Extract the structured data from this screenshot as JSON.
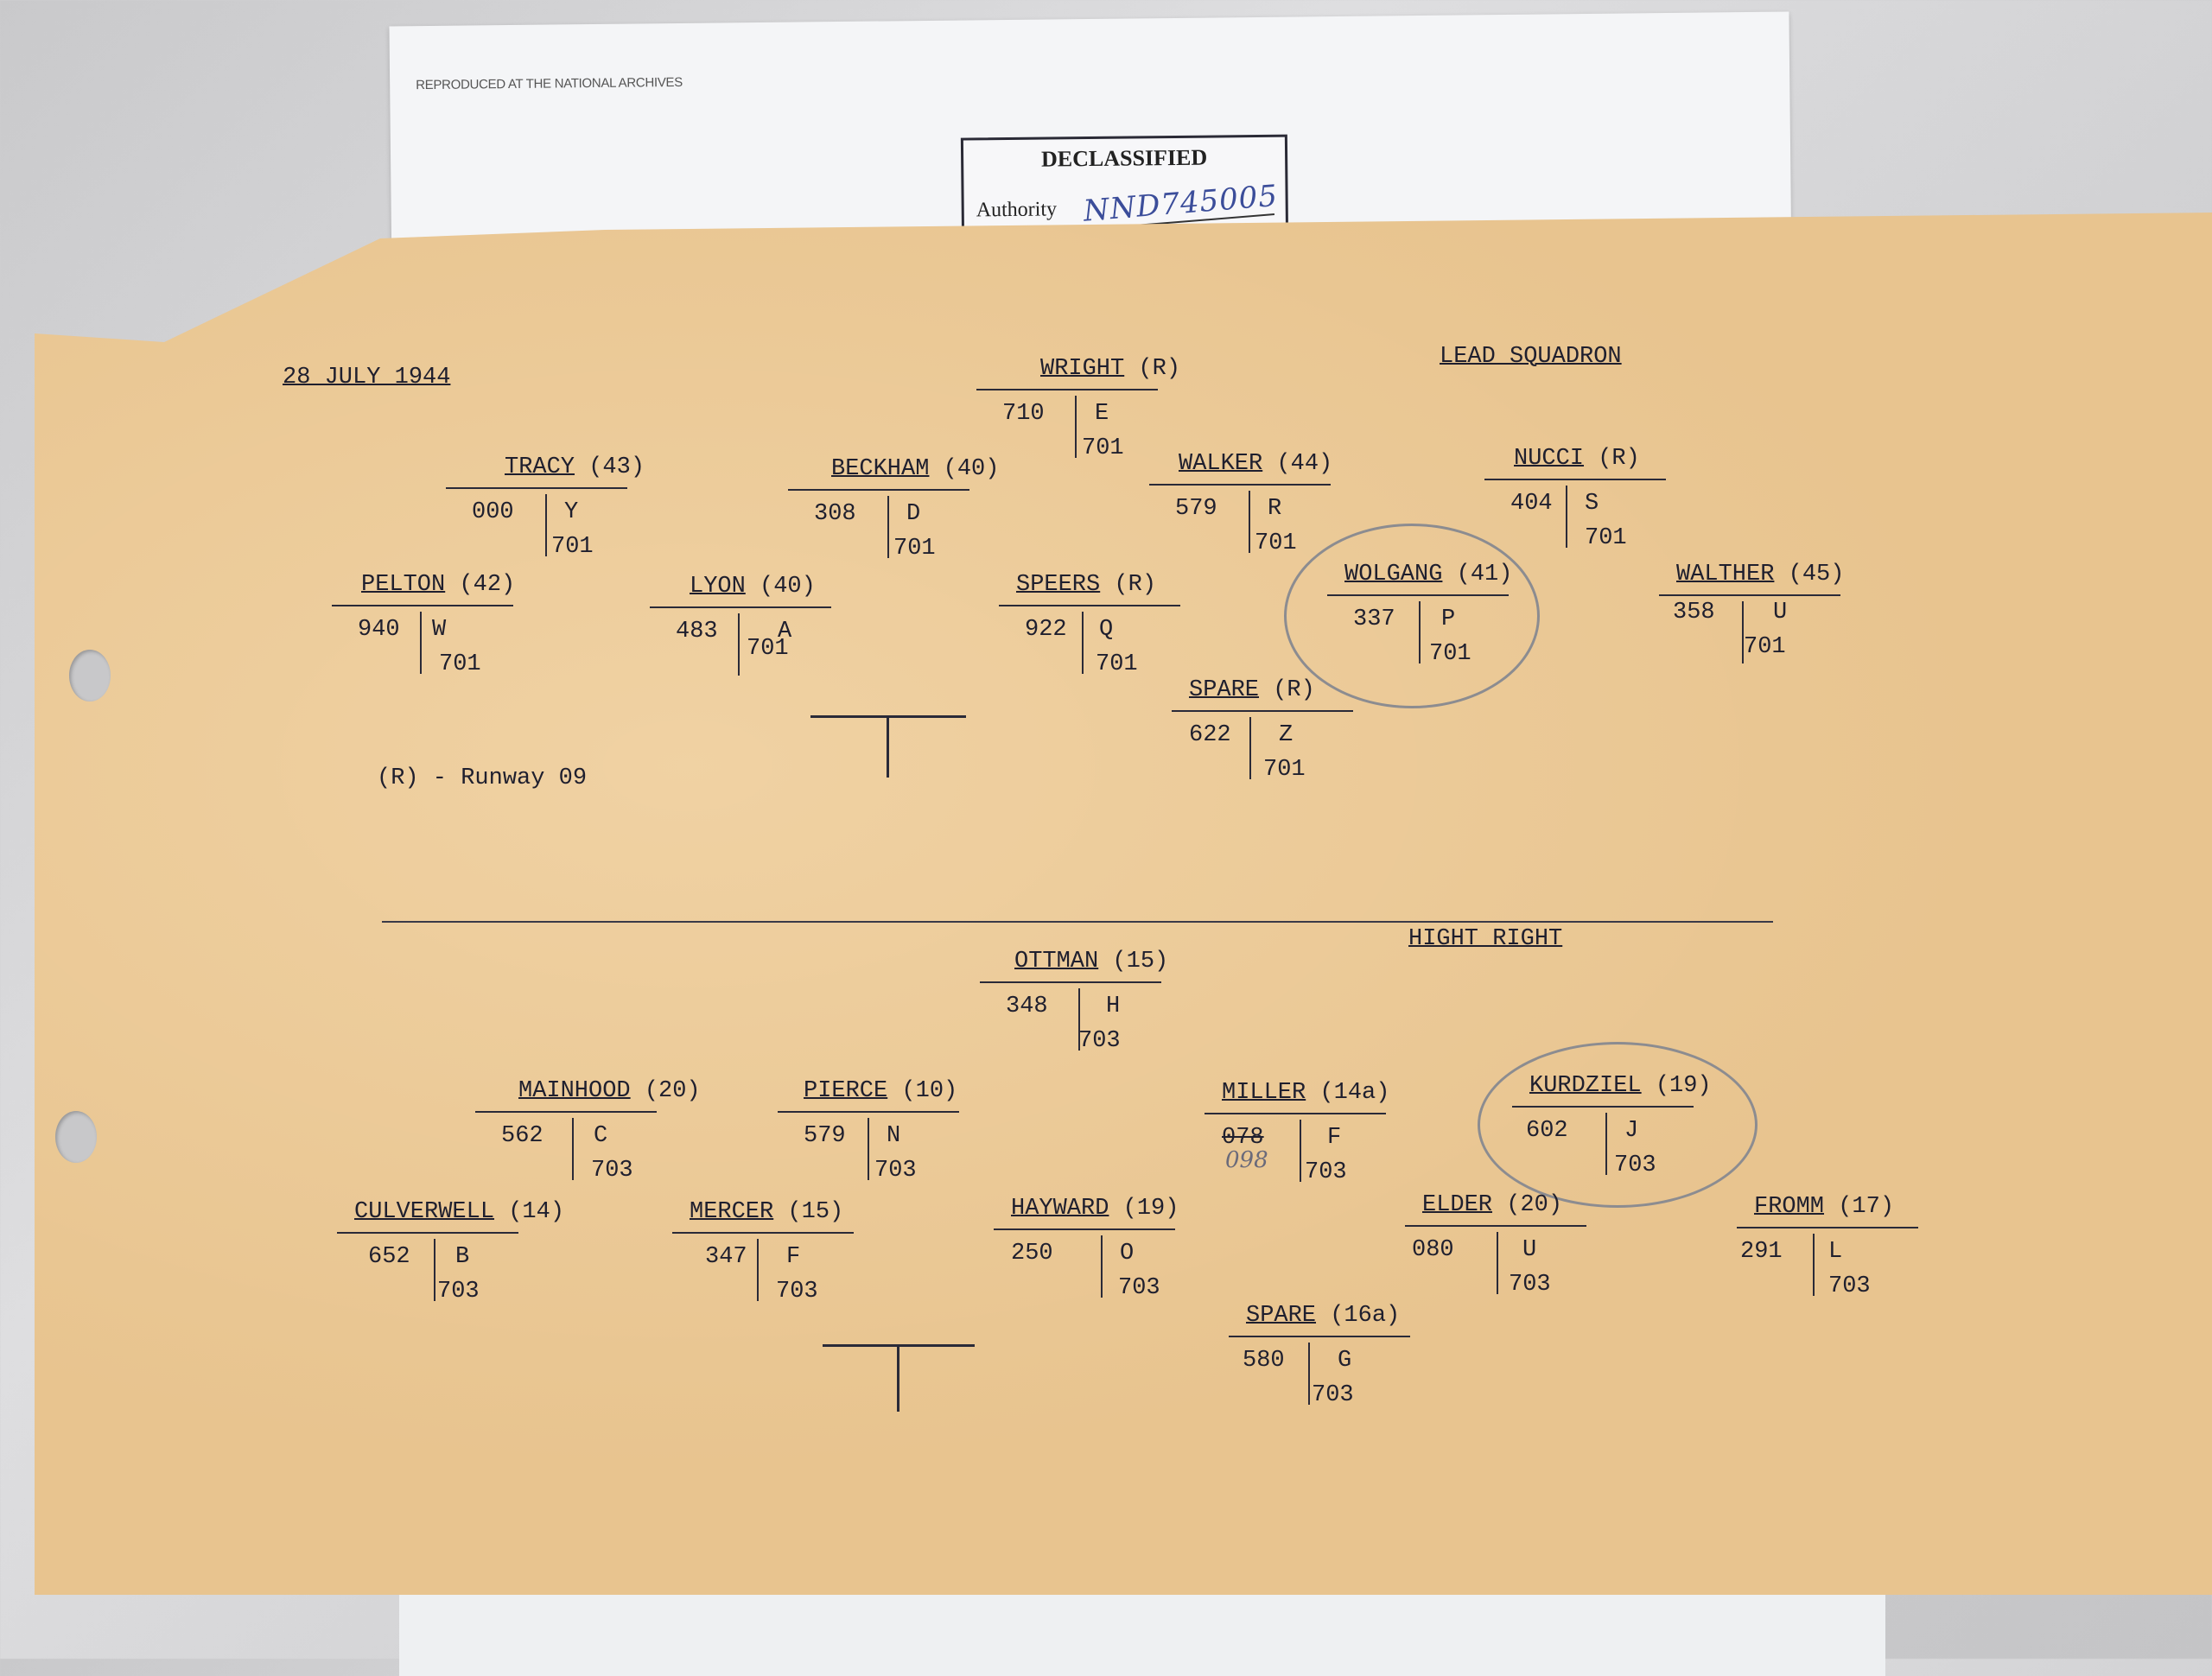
{
  "background_sheet": {
    "archives_note": "REPRODUCED AT THE NATIONAL ARCHIVES",
    "stamp_title": "DECLASSIFIED",
    "stamp_authority_label": "Authority",
    "stamp_authority_value": "NND745005"
  },
  "document": {
    "date": "28 JULY 1944",
    "legend": "(R) - Runway 09",
    "sections": [
      {
        "title": "LEAD SQUADRON"
      },
      {
        "title": "HIGHT RIGHT"
      }
    ],
    "aircraft": [
      {
        "name": "WRIGHT",
        "pos": "(R)",
        "serial": "710",
        "letter": "E",
        "group": "701"
      },
      {
        "name": "TRACY",
        "pos": "(43)",
        "serial": "000",
        "letter": "Y",
        "group": "701"
      },
      {
        "name": "BECKHAM",
        "pos": "(40)",
        "serial": "308",
        "letter": "D",
        "group": "701"
      },
      {
        "name": "WALKER",
        "pos": "(44)",
        "serial": "579",
        "letter": "R",
        "group": "701"
      },
      {
        "name": "NUCCI",
        "pos": "(R)",
        "serial": "404",
        "letter": "S",
        "group": "701"
      },
      {
        "name": "PELTON",
        "pos": "(42)",
        "serial": "940",
        "letter": "W",
        "group": "701"
      },
      {
        "name": "LYON",
        "pos": "(40)",
        "serial": "483",
        "letter": "A",
        "group": "701"
      },
      {
        "name": "SPEERS",
        "pos": "(R)",
        "serial": "922",
        "letter": "Q",
        "group": "701"
      },
      {
        "name": "WOLGANG",
        "pos": "(41)",
        "serial": "337",
        "letter": "P",
        "group": "701"
      },
      {
        "name": "WALTHER",
        "pos": "(45)",
        "serial": "358",
        "letter": "U",
        "group": "701"
      },
      {
        "name": "SPARE",
        "pos": "(R)",
        "serial": "622",
        "letter": "Z",
        "group": "701"
      },
      {
        "name": "OTTMAN",
        "pos": "(15)",
        "serial": "348",
        "letter": "H",
        "group": "703"
      },
      {
        "name": "MAINHOOD",
        "pos": "(20)",
        "serial": "562",
        "letter": "C",
        "group": "703"
      },
      {
        "name": "PIERCE",
        "pos": "(10)",
        "serial": "579",
        "letter": "N",
        "group": "703"
      },
      {
        "name": "MILLER",
        "pos": "(14a)",
        "serial": "078",
        "serial_correction": "098",
        "letter": "F",
        "group": "703"
      },
      {
        "name": "KURDZIEL",
        "pos": "(19)",
        "serial": "602",
        "letter": "J",
        "group": "703"
      },
      {
        "name": "CULVERWELL",
        "pos": "(14)",
        "serial": "652",
        "letter": "B",
        "group": "703"
      },
      {
        "name": "MERCER",
        "pos": "(15)",
        "serial": "347",
        "letter": "F",
        "group": "703"
      },
      {
        "name": "HAYWARD",
        "pos": "(19)",
        "serial": "250",
        "letter": "O",
        "group": "703"
      },
      {
        "name": "ELDER",
        "pos": "(20)",
        "serial": "080",
        "letter": "U",
        "group": "703"
      },
      {
        "name": "FROMM",
        "pos": "(17)",
        "serial": "291",
        "letter": "L",
        "group": "703"
      },
      {
        "name": "SPARE",
        "pos": "(16a)",
        "serial": "580",
        "letter": "G",
        "group": "703"
      }
    ]
  },
  "colors": {
    "manila": "#e8c48f",
    "typewriter_ink": "#1f1f2e",
    "pencil": "#8c8c90",
    "authority_ink": "#3b4d9a"
  }
}
